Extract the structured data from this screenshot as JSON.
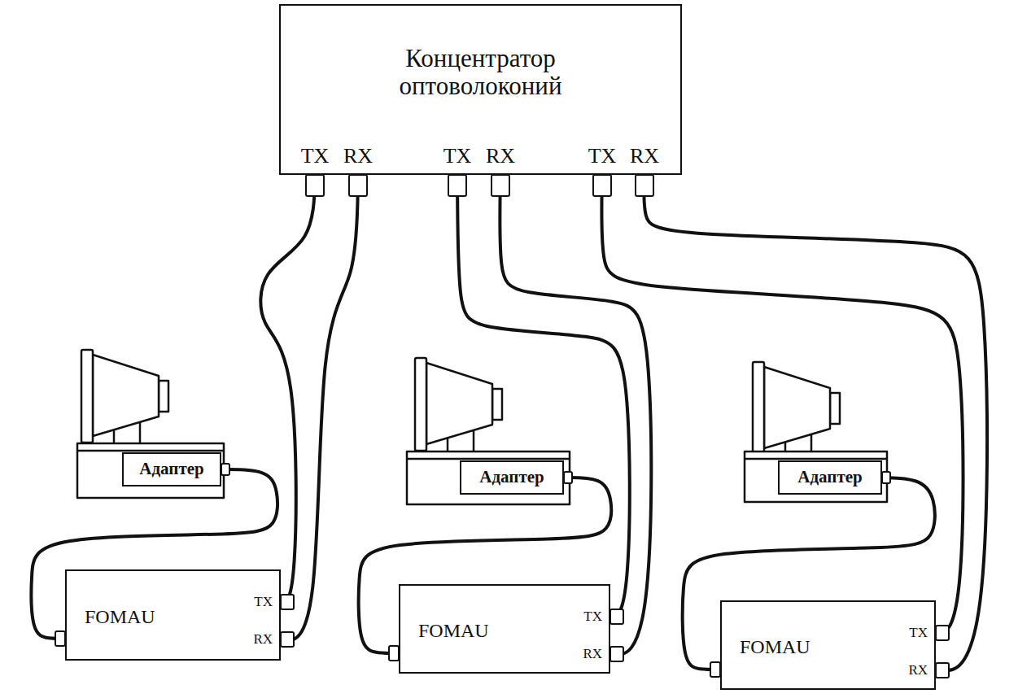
{
  "diagram": {
    "nodes": [
      {
        "text": [
          "Концентратор оптоволоконий",
          "TX",
          "RX",
          "TX",
          "RX",
          "TX",
          "RX"
        ]
      },
      {
        "text": [
          "Адаптер"
        ]
      },
      {
        "text": [
          "FOMAU",
          "TX",
          "RX"
        ]
      },
      {
        "text": [
          "Адаптер"
        ]
      },
      {
        "text": [
          "FOMAU",
          "TX",
          "RX"
        ]
      },
      {
        "text": [
          "Адаптер"
        ]
      },
      {
        "text": [
          "FOMAU",
          "TX",
          "RX"
        ]
      }
    ],
    "edges": [
      {
        "from": 1,
        "to": 2,
        "arrow": "none"
      },
      {
        "from": 2,
        "to": 0,
        "arrow": "none"
      },
      {
        "from": 2,
        "to": 0,
        "arrow": "none"
      },
      {
        "from": 3,
        "to": 4,
        "arrow": "none"
      },
      {
        "from": 4,
        "to": 0,
        "arrow": "none"
      },
      {
        "from": 4,
        "to": 0,
        "arrow": "none"
      },
      {
        "from": 5,
        "to": 6,
        "arrow": "none"
      },
      {
        "from": 6,
        "to": 0,
        "arrow": "none"
      },
      {
        "from": 6,
        "to": 0,
        "arrow": "none"
      }
    ]
  }
}
